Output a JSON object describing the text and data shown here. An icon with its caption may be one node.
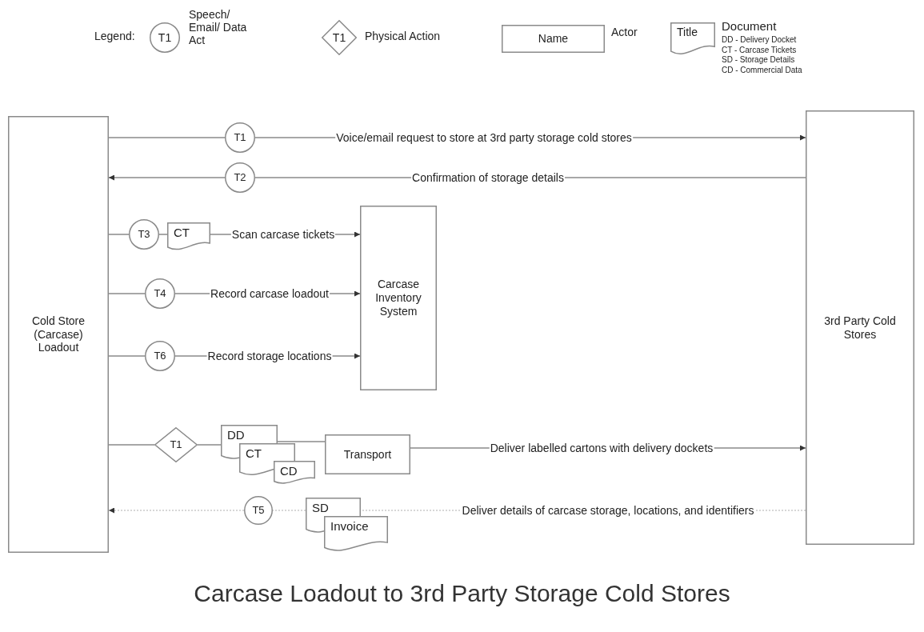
{
  "diagram": {
    "title": "Carcase Loadout to 3rd Party Storage Cold Stores",
    "nodes": [
      {
        "text": [
          "Cold Store (Carcase) Loadout"
        ]
      },
      {
        "text": [
          "3rd Party Cold Stores"
        ]
      },
      {
        "text": [
          "Carcase Inventory System"
        ]
      },
      {
        "text": [
          "T1"
        ]
      },
      {
        "text": [
          "T2"
        ]
      },
      {
        "text": [
          "T3"
        ]
      },
      {
        "text": [
          "CT"
        ]
      },
      {
        "text": [
          "T4"
        ]
      },
      {
        "text": [
          "T6"
        ]
      },
      {
        "text": [
          "T1"
        ]
      },
      {
        "text": [
          "DD"
        ]
      },
      {
        "text": [
          "CT"
        ]
      },
      {
        "text": [
          "CD"
        ]
      },
      {
        "text": [
          "Transport"
        ]
      },
      {
        "text": [
          "T5"
        ]
      },
      {
        "text": [
          "SD"
        ]
      },
      {
        "text": [
          "Invoice"
        ]
      }
    ],
    "edges": [
      {
        "from": 0,
        "to": 3,
        "arrow": "none"
      },
      {
        "from": 3,
        "to": 1,
        "arrow": "to",
        "label": "Voice/email request to store at 3rd party storage cold stores"
      },
      {
        "from": 1,
        "to": 4,
        "arrow": "none",
        "label": "Confirmation of storage details"
      },
      {
        "from": 4,
        "to": 0,
        "arrow": "to"
      },
      {
        "from": 0,
        "to": 5,
        "arrow": "none"
      },
      {
        "from": 5,
        "to": 6,
        "arrow": "none"
      },
      {
        "from": 6,
        "to": 2,
        "arrow": "to",
        "label": "Scan carcase tickets"
      },
      {
        "from": 0,
        "to": 7,
        "arrow": "none"
      },
      {
        "from": 7,
        "to": 2,
        "arrow": "to",
        "label": "Record carcase loadout"
      },
      {
        "from": 0,
        "to": 8,
        "arrow": "none"
      },
      {
        "from": 8,
        "to": 2,
        "arrow": "to",
        "label": "Record storage locations"
      },
      {
        "from": 0,
        "to": 9,
        "arrow": "none"
      },
      {
        "from": 9,
        "to": 10,
        "arrow": "none"
      },
      {
        "from": 10,
        "to": 13,
        "arrow": "none"
      },
      {
        "from": 13,
        "to": 1,
        "arrow": "to",
        "label": "Deliver labelled cartons with delivery dockets"
      },
      {
        "from": 1,
        "to": 15,
        "arrow": "none",
        "style": "dashed",
        "label": "Deliver details of carcase storage, locations, and identifiers"
      },
      {
        "from": 15,
        "to": 14,
        "arrow": "none",
        "style": "dashed"
      },
      {
        "from": 14,
        "to": 0,
        "arrow": "to",
        "style": "dashed"
      }
    ],
    "labels": [
      "Legend:",
      "T1",
      "T1",
      "Name",
      "Title",
      "DD - Delivery Docket",
      "CT - Carcase Tickets",
      "SD - Storage Details",
      "CD - Commercial Data"
    ],
    "legend": [
      {
        "text": "Speech/ Email/ Data Act"
      },
      {
        "text": "Physical Action"
      },
      {
        "text": "Actor"
      },
      {
        "text": "Document"
      }
    ]
  }
}
